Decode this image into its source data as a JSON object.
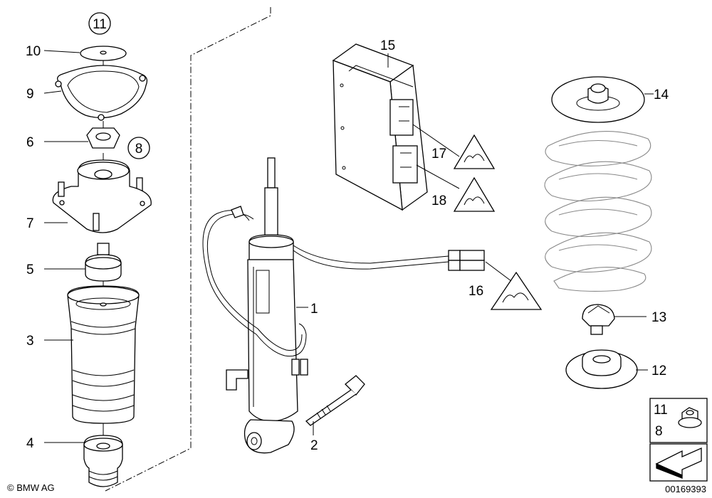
{
  "labels": {
    "p1": "1",
    "p2": "2",
    "p3": "3",
    "p4": "4",
    "p5": "5",
    "p6": "6",
    "p7": "7",
    "p8": "8",
    "p9": "9",
    "p10": "10",
    "p11": "11",
    "p12": "12",
    "p13": "13",
    "p14": "14",
    "p15": "15",
    "p16": "16",
    "p17": "17",
    "p18": "18"
  },
  "legend_box": {
    "top": "11",
    "bottom": "8"
  },
  "footer": {
    "copyright": "© BMW AG",
    "drawing_number": "00169393"
  }
}
